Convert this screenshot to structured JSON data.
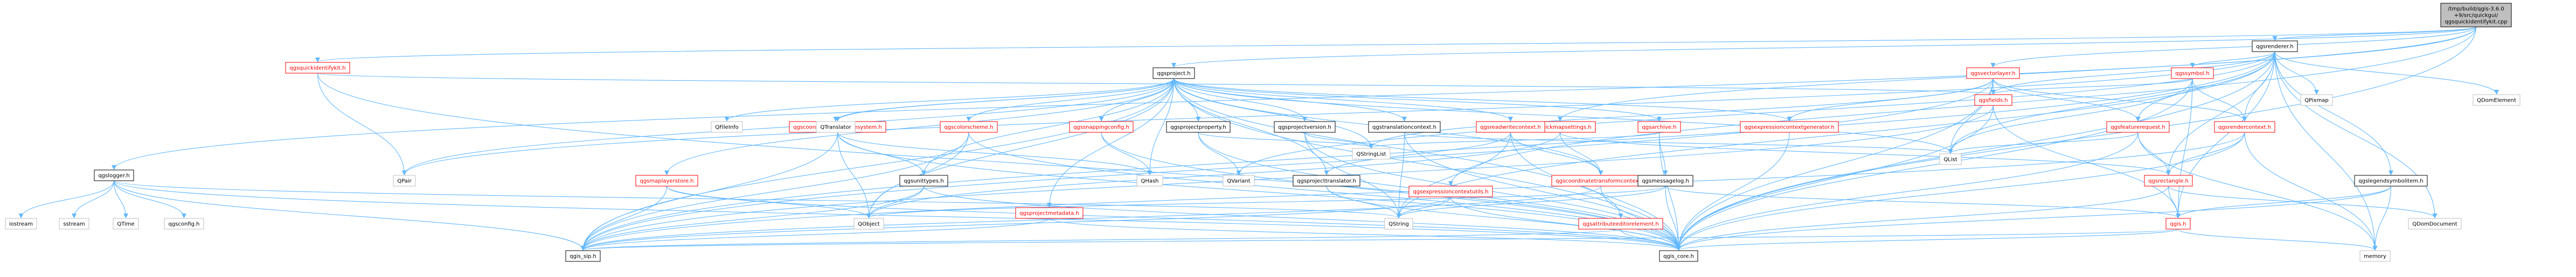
{
  "nodes": [
    {
      "id": "root",
      "lines": [
        "/tmp/build/qgis-3.6.0",
        "+9/src/quickgui/",
        "qgsquickidentifykit.cpp"
      ],
      "style": "root"
    },
    {
      "id": "qgsquickidentifykit_h",
      "lines": [
        "qgsquickidentifykit.h"
      ],
      "style": "red"
    },
    {
      "id": "qgsproject_h",
      "lines": [
        "qgsproject.h"
      ],
      "style": "white"
    },
    {
      "id": "qgsrenderer_h",
      "lines": [
        "qgsrenderer.h"
      ],
      "style": "white"
    },
    {
      "id": "qgsvectorlayer_h",
      "lines": [
        "qgsvectorlayer.h"
      ],
      "style": "red"
    },
    {
      "id": "qgsquickmapsettings_h",
      "lines": [
        "qgsquickmapsettings.h"
      ],
      "style": "red"
    },
    {
      "id": "qgslogger_h",
      "lines": [
        "qgslogger.h"
      ],
      "style": "white"
    },
    {
      "id": "qgsexpressioncontextutils_h",
      "lines": [
        "qgsexpressioncontextutils.h"
      ],
      "style": "red"
    },
    {
      "id": "qgssymbol_h",
      "lines": [
        "qgssymbol.h"
      ],
      "style": "red"
    },
    {
      "id": "qgsrendercontext_h",
      "lines": [
        "qgsrendercontext.h"
      ],
      "style": "red"
    },
    {
      "id": "qgsfeaturerequest_h",
      "lines": [
        "qgsfeaturerequest.h"
      ],
      "style": "red"
    },
    {
      "id": "qgsfields_h",
      "lines": [
        "qgsfields.h"
      ],
      "style": "red"
    },
    {
      "id": "qgslegendsymbolitem_h",
      "lines": [
        "qgslegendsymbolitem.h"
      ],
      "style": "white"
    },
    {
      "id": "qgscolorscheme_h",
      "lines": [
        "qgscolorscheme.h"
      ],
      "style": "red"
    },
    {
      "id": "qgscoordinatereferencesystem_h",
      "lines": [
        "qgscoordinatereferencesystem.h"
      ],
      "style": "red"
    },
    {
      "id": "qgssnappingconfig_h",
      "lines": [
        "qgssnappingconfig.h"
      ],
      "style": "red"
    },
    {
      "id": "qgsprojectproperty_h",
      "lines": [
        "qgsprojectproperty.h"
      ],
      "style": "white"
    },
    {
      "id": "qgsprojectversion_h",
      "lines": [
        "qgsprojectversion.h"
      ],
      "style": "white"
    },
    {
      "id": "qgstranslationcontext_h",
      "lines": [
        "qgstranslationcontext.h"
      ],
      "style": "white"
    },
    {
      "id": "qgsreadwritecontext_h",
      "lines": [
        "qgsreadwritecontext.h"
      ],
      "style": "red"
    },
    {
      "id": "qgsarchive_h",
      "lines": [
        "qgsarchive.h"
      ],
      "style": "red"
    },
    {
      "id": "qgsexpressioncontextgenerator_h",
      "lines": [
        "qgsexpressioncontextgenerator.h"
      ],
      "style": "red"
    },
    {
      "id": "qgsmaplayerstore_h",
      "lines": [
        "qgsmaplayerstore.h"
      ],
      "style": "red"
    },
    {
      "id": "qgsunittypes_h",
      "lines": [
        "qgsunittypes.h"
      ],
      "style": "white"
    },
    {
      "id": "qgsprojectmetadata_h",
      "lines": [
        "qgsprojectmetadata.h"
      ],
      "style": "red"
    },
    {
      "id": "qgsprojecttranslator_h",
      "lines": [
        "qgsprojecttranslator.h"
      ],
      "style": "white"
    },
    {
      "id": "qgscoordinatetransformcontext_h",
      "lines": [
        "qgscoordinatetransformcontext.h"
      ],
      "style": "red"
    },
    {
      "id": "qgsmessagelog_h",
      "lines": [
        "qgsmessagelog.h"
      ],
      "style": "white"
    },
    {
      "id": "qgsattributeeditorelement_h",
      "lines": [
        "qgsattributeeditorelement.h"
      ],
      "style": "red"
    },
    {
      "id": "qgsrectangle_h",
      "lines": [
        "qgsrectangle.h"
      ],
      "style": "red"
    },
    {
      "id": "qgis_h",
      "lines": [
        "qgis.h"
      ],
      "style": "red"
    },
    {
      "id": "qgis_sip_h",
      "lines": [
        "qgis_sip.h"
      ],
      "style": "white"
    },
    {
      "id": "qgis_core_h",
      "lines": [
        "qgis_core.h"
      ],
      "style": "white"
    },
    {
      "id": "QPair",
      "lines": [
        "QPair"
      ],
      "style": "grey"
    },
    {
      "id": "QFileInfo",
      "lines": [
        "QFileInfo"
      ],
      "style": "grey"
    },
    {
      "id": "QTranslator",
      "lines": [
        "QTranslator"
      ],
      "style": "grey"
    },
    {
      "id": "QHash",
      "lines": [
        "QHash"
      ],
      "style": "grey"
    },
    {
      "id": "QVariant",
      "lines": [
        "QVariant"
      ],
      "style": "grey"
    },
    {
      "id": "QStringList",
      "lines": [
        "QStringList"
      ],
      "style": "grey"
    },
    {
      "id": "QString",
      "lines": [
        "QString"
      ],
      "style": "grey"
    },
    {
      "id": "QObject",
      "lines": [
        "QObject"
      ],
      "style": "grey"
    },
    {
      "id": "QList",
      "lines": [
        "QList"
      ],
      "style": "grey"
    },
    {
      "id": "QPixmap",
      "lines": [
        "QPixmap"
      ],
      "style": "grey"
    },
    {
      "id": "QDomElement",
      "lines": [
        "QDomElement"
      ],
      "style": "grey"
    },
    {
      "id": "QDomDocument",
      "lines": [
        "QDomDocument"
      ],
      "style": "grey"
    },
    {
      "id": "memory",
      "lines": [
        "memory"
      ],
      "style": "grey"
    },
    {
      "id": "iostream",
      "lines": [
        "iostream"
      ],
      "style": "grey"
    },
    {
      "id": "sstream",
      "lines": [
        "sstream"
      ],
      "style": "grey"
    },
    {
      "id": "QTime",
      "lines": [
        "QTime"
      ],
      "style": "grey"
    },
    {
      "id": "qgsconfig_h",
      "lines": [
        "qgsconfig.h"
      ],
      "style": "grey"
    }
  ],
  "edges": [
    [
      "root",
      "qgsquickidentifykit_h"
    ],
    [
      "root",
      "qgsproject_h"
    ],
    [
      "root",
      "qgsrenderer_h"
    ],
    [
      "root",
      "qgsvectorlayer_h"
    ],
    [
      "root",
      "qgsquickmapsettings_h"
    ],
    [
      "root",
      "qgslogger_h"
    ],
    [
      "root",
      "qgsexpressioncontextutils_h"
    ],
    [
      "root",
      "qgis_core_h"
    ],
    [
      "qgsquickidentifykit_h",
      "QPair"
    ],
    [
      "qgsquickidentifykit_h",
      "qgis_core_h"
    ],
    [
      "qgsquickidentifykit_h",
      "qgsfields_h"
    ],
    [
      "qgsproject_h",
      "qgis_core_h"
    ],
    [
      "qgsproject_h",
      "qgis_sip_h"
    ],
    [
      "qgsproject_h",
      "QPair"
    ],
    [
      "qgsproject_h",
      "QFileInfo"
    ],
    [
      "qgsproject_h",
      "QTranslator"
    ],
    [
      "qgsproject_h",
      "QStringList"
    ],
    [
      "qgsproject_h",
      "QList"
    ],
    [
      "qgsproject_h",
      "QObject"
    ],
    [
      "qgsproject_h",
      "qgscolorscheme_h"
    ],
    [
      "qgsproject_h",
      "qgscoordinatereferencesystem_h"
    ],
    [
      "qgsproject_h",
      "qgssnappingconfig_h"
    ],
    [
      "qgsproject_h",
      "qgsprojectproperty_h"
    ],
    [
      "qgsproject_h",
      "qgsprojectversion_h"
    ],
    [
      "qgsproject_h",
      "qgstranslationcontext_h"
    ],
    [
      "qgsproject_h",
      "qgsreadwritecontext_h"
    ],
    [
      "qgsproject_h",
      "qgsarchive_h"
    ],
    [
      "qgsproject_h",
      "qgsexpressioncontextgenerator_h"
    ],
    [
      "qgsproject_h",
      "qgsmaplayerstore_h"
    ],
    [
      "qgsproject_h",
      "qgsunittypes_h"
    ],
    [
      "qgsproject_h",
      "qgsprojectmetadata_h"
    ],
    [
      "qgsproject_h",
      "qgsprojecttranslator_h"
    ],
    [
      "qgsproject_h",
      "qgscoordinatetransformcontext_h"
    ],
    [
      "qgsproject_h",
      "qgsattributeeditorelement_h"
    ],
    [
      "qgsproject_h",
      "QHash"
    ],
    [
      "qgsrenderer_h",
      "qgis_core_h"
    ],
    [
      "qgsrenderer_h",
      "qgis_sip_h"
    ],
    [
      "qgsrenderer_h",
      "qgis_h"
    ],
    [
      "qgsrenderer_h",
      "qgsrectangle_h"
    ],
    [
      "qgsrenderer_h",
      "qgsrendercontext_h"
    ],
    [
      "qgsrenderer_h",
      "qgssymbol_h"
    ],
    [
      "qgsrenderer_h",
      "qgsfields_h"
    ],
    [
      "qgsrenderer_h",
      "qgsfeaturerequest_h"
    ],
    [
      "qgsrenderer_h",
      "QList"
    ],
    [
      "qgsrenderer_h",
      "QString"
    ],
    [
      "qgsrenderer_h",
      "QVariant"
    ],
    [
      "qgsrenderer_h",
      "QPair"
    ],
    [
      "qgsrenderer_h",
      "QPixmap"
    ],
    [
      "qgsrenderer_h",
      "QDomElement"
    ],
    [
      "qgsrenderer_h",
      "QDomDocument"
    ],
    [
      "qgsrenderer_h",
      "qgslegendsymbolitem_h"
    ],
    [
      "qgsrenderer_h",
      "memory"
    ],
    [
      "qgsvectorlayer_h",
      "qgis_core_h"
    ],
    [
      "qgsvectorlayer_h",
      "QList"
    ],
    [
      "qgsvectorlayer_h",
      "QStringList"
    ],
    [
      "qgsvectorlayer_h",
      "qgsfields_h"
    ],
    [
      "qgsvectorlayer_h",
      "qgsfeaturerequest_h"
    ],
    [
      "qgsvectorlayer_h",
      "qgsexpressioncontextgenerator_h"
    ],
    [
      "qgsvectorlayer_h",
      "qgsrendercontext_h"
    ],
    [
      "qgsvectorlayer_h",
      "qgis_sip_h"
    ],
    [
      "qgsquickmapsettings_h",
      "qgscoordinatetransformcontext_h"
    ],
    [
      "qgsquickmapsettings_h",
      "qgsrectangle_h"
    ],
    [
      "qgsquickmapsettings_h",
      "QObject"
    ],
    [
      "qgslogger_h",
      "iostream"
    ],
    [
      "qgslogger_h",
      "sstream"
    ],
    [
      "qgslogger_h",
      "QString"
    ],
    [
      "qgslogger_h",
      "QTime"
    ],
    [
      "qgslogger_h",
      "qgis_core_h"
    ],
    [
      "qgslogger_h",
      "qgsconfig_h"
    ],
    [
      "qgslogger_h",
      "qgis_sip_h"
    ],
    [
      "qgsexpressioncontextutils_h",
      "qgis_core_h"
    ],
    [
      "qgsexpressioncontextutils_h",
      "qgis_sip_h"
    ],
    [
      "qgsexpressioncontextutils_h",
      "QString"
    ],
    [
      "qgssymbol_h",
      "qgis_core_h"
    ],
    [
      "qgssymbol_h",
      "qgis_h"
    ],
    [
      "qgssymbol_h",
      "QList"
    ],
    [
      "qgssymbol_h",
      "qgsfields_h"
    ],
    [
      "qgssymbol_h",
      "qgsrendercontext_h"
    ],
    [
      "qgsrendercontext_h",
      "qgis_core_h"
    ],
    [
      "qgsrendercontext_h",
      "qgis_sip_h"
    ],
    [
      "qgsrendercontext_h",
      "qgsrectangle_h"
    ],
    [
      "qgsrendercontext_h",
      "memory"
    ],
    [
      "qgsfeaturerequest_h",
      "qgis_core_h"
    ],
    [
      "qgsfeaturerequest_h",
      "qgsrectangle_h"
    ],
    [
      "qgsfeaturerequest_h",
      "QList"
    ],
    [
      "qgsfeaturerequest_h",
      "memory"
    ],
    [
      "qgsfields_h",
      "qgis_core_h"
    ],
    [
      "qgsfields_h",
      "qgis_sip_h"
    ],
    [
      "qgslegendsymbolitem_h",
      "qgis_core_h"
    ],
    [
      "qgslegendsymbolitem_h",
      "qgis_h"
    ],
    [
      "qgslegendsymbolitem_h",
      "memory"
    ],
    [
      "qgscolorscheme_h",
      "qgis_core_h"
    ],
    [
      "qgscolorscheme_h",
      "qgis_sip_h"
    ],
    [
      "qgscolorscheme_h",
      "QObject"
    ],
    [
      "qgscoordinatereferencesystem_h",
      "qgis_core_h"
    ],
    [
      "qgscoordinatereferencesystem_h",
      "qgis_sip_h"
    ],
    [
      "qgscoordinatereferencesystem_h",
      "qgsunittypes_h"
    ],
    [
      "qgscoordinatereferencesystem_h",
      "QHash"
    ],
    [
      "qgscoordinatereferencesystem_h",
      "QObject"
    ],
    [
      "qgssnappingconfig_h",
      "qgis_core_h"
    ],
    [
      "qgssnappingconfig_h",
      "QHash"
    ],
    [
      "qgsprojectproperty_h",
      "qgis_core_h"
    ],
    [
      "qgsprojectproperty_h",
      "QVariant"
    ],
    [
      "qgsprojectproperty_h",
      "QStringList"
    ],
    [
      "qgsprojectversion_h",
      "qgis_core_h"
    ],
    [
      "qgsprojectversion_h",
      "QString"
    ],
    [
      "qgsprojectversion_h",
      "QStringList"
    ],
    [
      "qgstranslationcontext_h",
      "qgis_core_h"
    ],
    [
      "qgstranslationcontext_h",
      "QList"
    ],
    [
      "qgstranslationcontext_h",
      "QString"
    ],
    [
      "qgsreadwritecontext_h",
      "qgis_core_h"
    ],
    [
      "qgsreadwritecontext_h",
      "qgsprojecttranslator_h"
    ],
    [
      "qgsreadwritecontext_h",
      "qgscoordinatetransformcontext_h"
    ],
    [
      "qgsreadwritecontext_h",
      "QString"
    ],
    [
      "qgsarchive_h",
      "qgis_core_h"
    ],
    [
      "qgsarchive_h",
      "QStringList"
    ],
    [
      "qgsexpressioncontextgenerator_h",
      "qgis_core_h"
    ],
    [
      "qgsmaplayerstore_h",
      "qgis_core_h"
    ],
    [
      "qgsmaplayerstore_h",
      "qgis_sip_h"
    ],
    [
      "qgsmaplayerstore_h",
      "QObject"
    ],
    [
      "qgsunittypes_h",
      "qgis_core_h"
    ],
    [
      "qgsunittypes_h",
      "qgis_sip_h"
    ],
    [
      "qgsunittypes_h",
      "QObject"
    ],
    [
      "qgsprojectmetadata_h",
      "qgis_core_h"
    ],
    [
      "qgsprojectmetadata_h",
      "qgis_sip_h"
    ],
    [
      "qgsprojecttranslator_h",
      "qgis_core_h"
    ],
    [
      "qgsprojecttranslator_h",
      "QString"
    ],
    [
      "qgscoordinatetransformcontext_h",
      "qgis_core_h"
    ],
    [
      "qgscoordinatetransformcontext_h",
      "qgis_sip_h"
    ],
    [
      "qgsmessagelog_h",
      "qgis_core_h"
    ],
    [
      "qgsmessagelog_h",
      "qgis_h"
    ],
    [
      "qgsmessagelog_h",
      "QString"
    ],
    [
      "qgsmessagelog_h",
      "QObject"
    ],
    [
      "qgsattributeeditorelement_h",
      "qgis_core_h"
    ],
    [
      "qgsattributeeditorelement_h",
      "qgis_sip_h"
    ],
    [
      "qgsrectangle_h",
      "qgis_core_h"
    ],
    [
      "qgsrectangle_h",
      "qgis_h"
    ],
    [
      "qgsrectangle_h",
      "QDomDocument"
    ],
    [
      "qgis_h",
      "qgis_core_h"
    ],
    [
      "qgis_h",
      "qgis_sip_h"
    ],
    [
      "qgis_h",
      "memory"
    ],
    [
      "qgsfields_h",
      "qgis_h"
    ],
    [
      "qgsarchive_h",
      "qgsmessagelog_h"
    ]
  ]
}
